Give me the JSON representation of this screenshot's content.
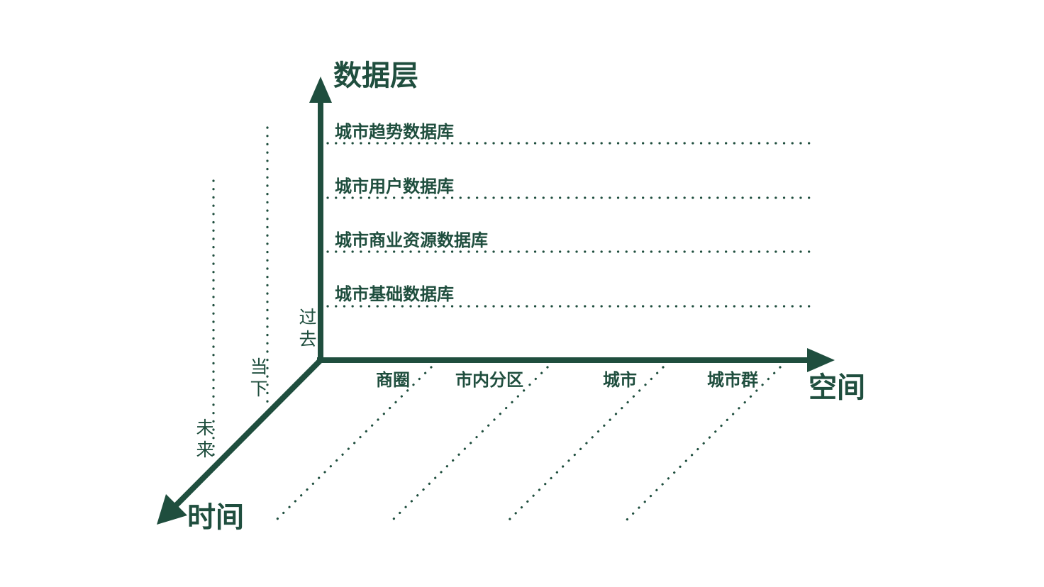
{
  "axes": {
    "vertical_title": "数据层",
    "horizontal_title": "空间",
    "depth_title": "时间"
  },
  "layers": [
    {
      "label": "城市趋势数据库"
    },
    {
      "label": "城市用户数据库"
    },
    {
      "label": "城市商业资源数据库"
    },
    {
      "label": "城市基础数据库"
    }
  ],
  "space_levels": [
    {
      "label": "商圈"
    },
    {
      "label": "市内分区"
    },
    {
      "label": "城市"
    },
    {
      "label": "城市群"
    }
  ],
  "time_levels": [
    {
      "label": "过去"
    },
    {
      "label": "当下"
    },
    {
      "label": "未来"
    }
  ],
  "colors": {
    "axis": "#1f4e3e",
    "dots": "#1f4e3e",
    "text": "#1f4e3e"
  }
}
